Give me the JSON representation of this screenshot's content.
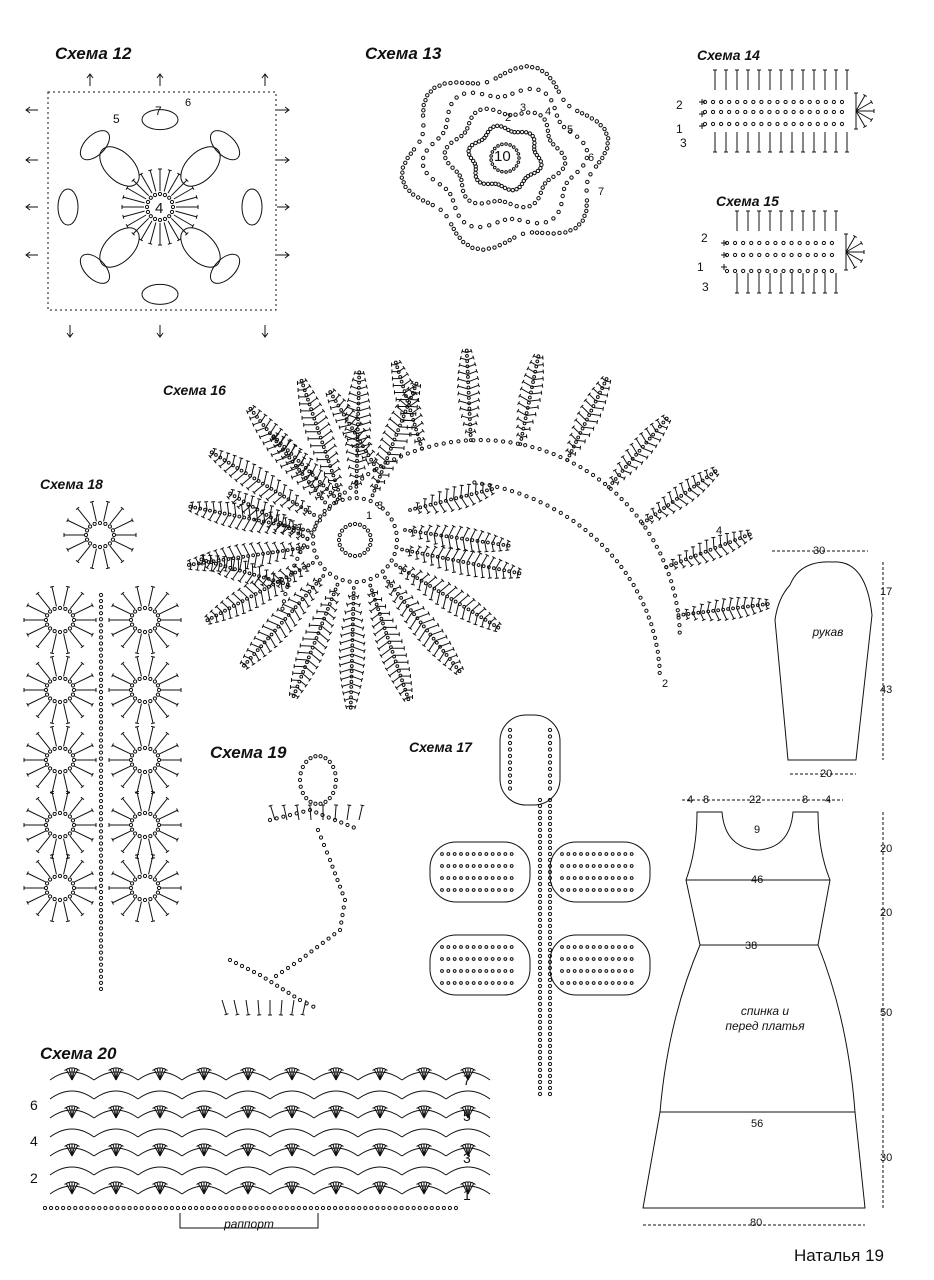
{
  "schemes": {
    "s12": "Схема 12",
    "s13": "Схема 13",
    "s14": "Схема 14",
    "s15": "Схема 15",
    "s16": "Схема 16",
    "s17": "Схема 17",
    "s18": "Схема 18",
    "s19": "Схема 19",
    "s20": "Схема 20"
  },
  "s12_labels": [
    "4",
    "5",
    "6",
    "7"
  ],
  "s13_labels": [
    "10",
    "2",
    "3",
    "4",
    "5",
    "6",
    "7"
  ],
  "s14_rows": [
    "2",
    "1",
    "3"
  ],
  "s15_rows": [
    "2",
    "1",
    "3"
  ],
  "s16_labels": [
    "1",
    "2",
    "3",
    "4"
  ],
  "s20": {
    "rows_left": [
      "6",
      "4",
      "2"
    ],
    "rows_right": [
      "7",
      "5",
      "3",
      "1"
    ],
    "repeat_label": "раппорт"
  },
  "sleeve": {
    "caption": "рукав",
    "top_width": "30",
    "bottom_width": "20",
    "cap_height": "17",
    "length": "43"
  },
  "dress": {
    "caption_line1": "спинка и",
    "caption_line2": "перед платья",
    "top_segments": [
      "4",
      "8",
      "22",
      "8",
      "4"
    ],
    "neck_depth": "9",
    "width_46": "46",
    "width_38": "38",
    "width_56": "56",
    "width_80": "80",
    "heights": [
      "20",
      "20",
      "50",
      "30"
    ]
  },
  "footer": "Наталья 19",
  "colors": {
    "ink": "#111111",
    "paper": "#ffffff"
  }
}
